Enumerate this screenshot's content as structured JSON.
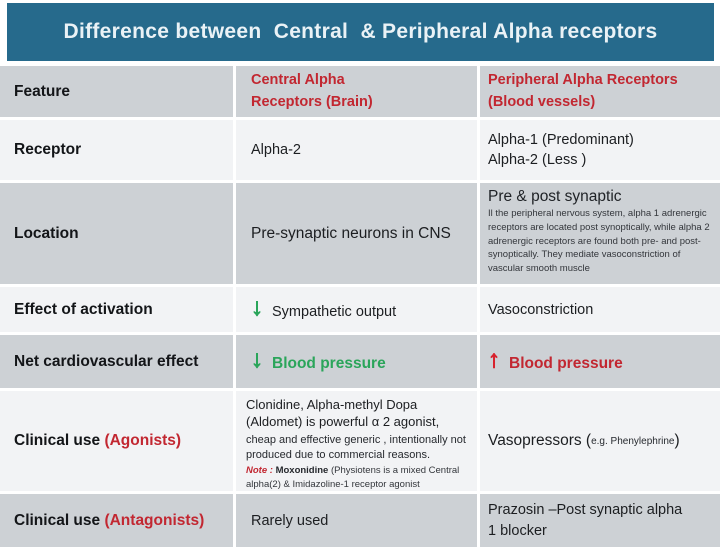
{
  "title": "Difference between  Central  & Peripheral Alpha receptors",
  "colors": {
    "banner_teal": "#266a8c",
    "row_gray": "#cdd1d5",
    "row_light": "#f2f3f5",
    "header_red": "#c22731",
    "arrow_green": "#2aa55a",
    "arrow_red": "#d8232e"
  },
  "icons": {
    "down_arrow": "↓",
    "up_arrow": "↑"
  },
  "table": {
    "header": {
      "feature": "Feature",
      "central": "Central Alpha\nReceptors (Brain)",
      "peripheral": "Peripheral Alpha Receptors\n(Blood vessels)"
    },
    "receptor": {
      "feature": "Receptor",
      "central": "Alpha-2",
      "peripheral": "Alpha-1 (Predominant)\nAlpha-2 (Less )"
    },
    "location": {
      "feature": "Location",
      "central": "Pre-synaptic neurons in CNS",
      "peripheral_title": "Pre & post synaptic",
      "peripheral_detail": "Il the peripheral nervous system, alpha 1 adrenergic receptors are located post synoptically, while alpha 2 adrenergic receptors are found both pre- and post-synoptically. They mediate vasoconstriction of vascular smooth muscle"
    },
    "effect": {
      "feature": "Effect of activation",
      "central": "Sympathetic output",
      "peripheral": "Vasoconstriction"
    },
    "cardio": {
      "feature": "Net cardiovascular effect",
      "central": "Blood pressure",
      "peripheral": "Blood pressure"
    },
    "agonists": {
      "feature_label": "Clinical use ",
      "feature_suffix": "(Agonists)",
      "central_line1": "Clonidine, Alpha-methyl Dopa (Aldomet) is powerful α 2 agonist,",
      "central_line2": "cheap and effective generic , intentionally not produced due to commercial reasons.",
      "note_label": "Note : ",
      "note_bold": "Moxonidine ",
      "note_rest": "(Physiotens is a mixed Central alpha(2) & Imidazoline-1 receptor agonist",
      "peripheral_main": "Vasopressors (",
      "peripheral_small": "e.g. Phenylephrine",
      "peripheral_close": ")"
    },
    "antagonists": {
      "feature_label": "Clinical use ",
      "feature_suffix": "(Antagonists)",
      "central": "Rarely used",
      "peripheral": "Prazosin –Post synaptic alpha 1 blocker"
    }
  }
}
